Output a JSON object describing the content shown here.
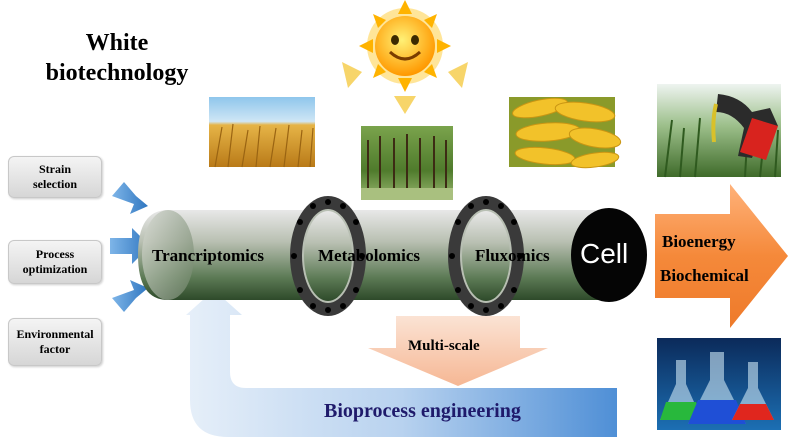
{
  "title": {
    "line1": "White",
    "line2": "biotechnology"
  },
  "inputs": [
    {
      "line1": "Strain",
      "line2": "selection"
    },
    {
      "line1": "Process",
      "line2": "optimization"
    },
    {
      "line1": "Environmental",
      "line2": "factor"
    }
  ],
  "pipeline": {
    "stages": [
      "Trancriptomics",
      "Metabolomics",
      "Fluxomics"
    ],
    "end_label": "Cell"
  },
  "outputs": {
    "line1": "Bioenergy",
    "line2": "Biochemical"
  },
  "scale_label": "Multi-scale",
  "feedback_label": "Bioprocess engineering",
  "colors": {
    "pipe": "#4f6a4a",
    "output_arrow": "#f58a3c",
    "feedback_arrow": "#4f8fd6",
    "input_arrow": "#3f86d0",
    "sun": "#ffb300"
  },
  "icons": [
    "sun-icon",
    "wheat-field-image",
    "forest-image",
    "corn-image",
    "fuel-pump-image",
    "flasks-image"
  ]
}
